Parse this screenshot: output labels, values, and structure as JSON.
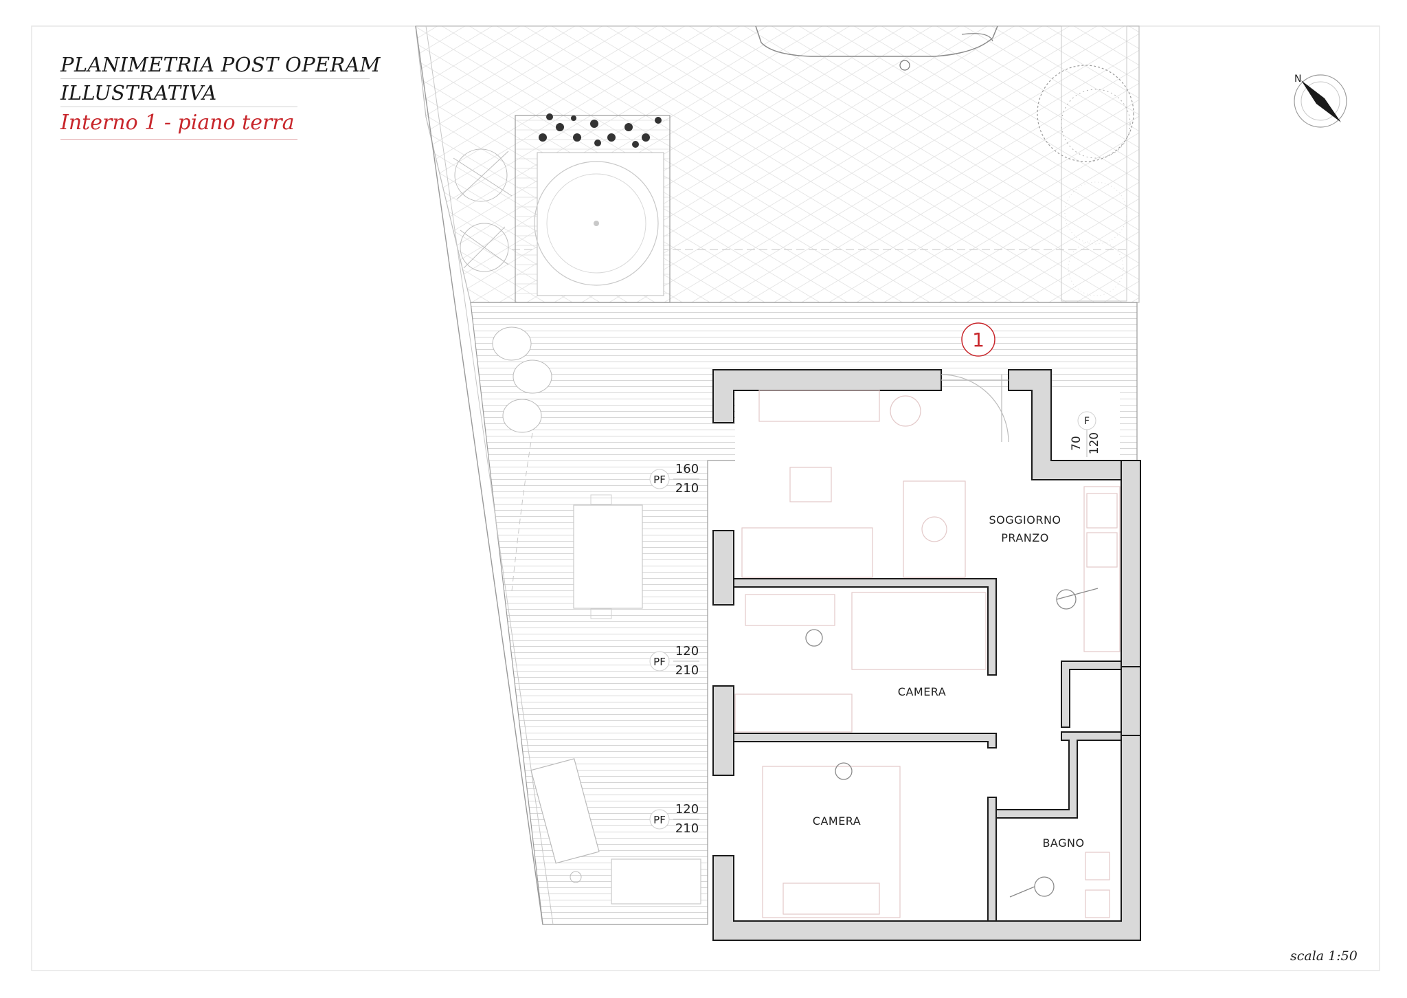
{
  "title": {
    "line1": "PLANIMETRIA POST OPERAM",
    "line2": "ILLUSTRATIVA",
    "subtitle": "Interno 1 - piano terra"
  },
  "scale": "scala 1:50",
  "compass": {
    "label": "N",
    "icon": "north-arrow-icon"
  },
  "unit_marker": "1",
  "rooms": [
    {
      "id": "living",
      "lines": [
        "SOGGIORNO",
        "PRANZO"
      ]
    },
    {
      "id": "bedroom1",
      "lines": [
        "CAMERA"
      ]
    },
    {
      "id": "bedroom2",
      "lines": [
        "CAMERA"
      ]
    },
    {
      "id": "bathroom",
      "lines": [
        "BAGNO"
      ]
    }
  ],
  "openings": [
    {
      "type": "PF",
      "width": "160",
      "height": "210"
    },
    {
      "type": "PF",
      "width": "120",
      "height": "210"
    },
    {
      "type": "PF",
      "width": "120",
      "height": "210"
    }
  ],
  "window_f": {
    "type": "F",
    "width": "70",
    "height": "120"
  },
  "colors": {
    "wall_fill": "#d9d9d9",
    "wall_stroke": "#1a1a1a",
    "accent_red": "#c8262b",
    "light_line": "#cfcfcf",
    "furniture_line": "#e3c9c9"
  }
}
